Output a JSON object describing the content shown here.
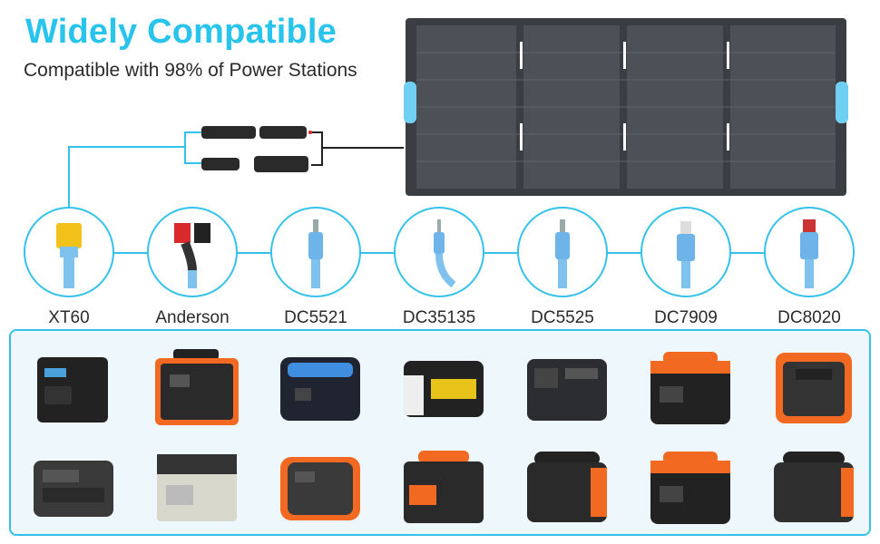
{
  "header": {
    "title": "Widely Compatible",
    "subtitle": "Compatible with 98% of Power Stations"
  },
  "colors": {
    "accent": "#29c4ec",
    "line": "#35c2ea",
    "panel": "#3a3d42",
    "cable_blue": "#5aa9e0",
    "station_orange": "#f26a21"
  },
  "connectors": [
    {
      "label": "XT60",
      "icon": "xt60-connector-icon"
    },
    {
      "label": "Anderson",
      "icon": "anderson-connector-icon"
    },
    {
      "label": "DC5521",
      "icon": "dc5521-connector-icon"
    },
    {
      "label": "DC35135",
      "icon": "dc35135-connector-icon"
    },
    {
      "label": "DC5525",
      "icon": "dc5525-connector-icon"
    },
    {
      "label": "DC7909",
      "icon": "dc7909-connector-icon"
    },
    {
      "label": "DC8020",
      "icon": "dc8020-connector-icon"
    }
  ],
  "stations": [
    {
      "icon": "black-power-station-icon"
    },
    {
      "icon": "orange-black-power-station-icon"
    },
    {
      "icon": "blue-black-power-station-icon"
    },
    {
      "icon": "white-power-station-icon"
    },
    {
      "icon": "black-power-station-icon"
    },
    {
      "icon": "orange-power-station-icon"
    },
    {
      "icon": "orange-black-power-station-icon"
    },
    {
      "icon": "gray-power-station-icon"
    },
    {
      "icon": "white-power-station-icon"
    },
    {
      "icon": "orange-gray-power-station-icon"
    },
    {
      "icon": "orange-power-station-icon"
    },
    {
      "icon": "black-orange-power-station-icon"
    },
    {
      "icon": "orange-power-station-icon"
    },
    {
      "icon": "black-orange-power-station-icon"
    }
  ]
}
